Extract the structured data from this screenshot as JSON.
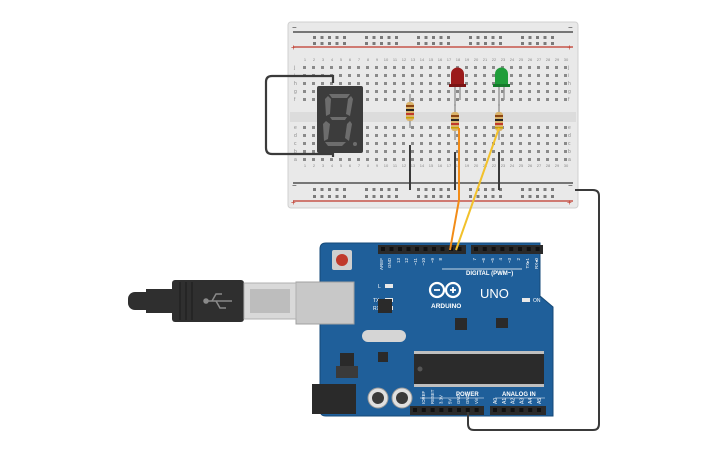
{
  "breadboard": {
    "rail_minus": "−",
    "rail_plus": "+",
    "row_letters_top": [
      "j",
      "i",
      "h",
      "g",
      "f"
    ],
    "row_letters_bottom": [
      "e",
      "d",
      "c",
      "b",
      "a"
    ],
    "column_numbers": [
      "1",
      "2",
      "3",
      "4",
      "5",
      "6",
      "7",
      "8",
      "9",
      "10",
      "11",
      "12",
      "13",
      "14",
      "15",
      "16",
      "17",
      "18",
      "19",
      "20",
      "21",
      "22",
      "23",
      "24",
      "25",
      "26",
      "27",
      "28",
      "29",
      "30"
    ]
  },
  "components": {
    "led_red": "red-led",
    "led_green": "green-led",
    "seven_segment_digit": "8.",
    "colors": {
      "led_red": "#9b1b1b",
      "led_green": "#1f9d3a",
      "board": "#1f5f9a",
      "wire_orange": "#f28c18",
      "wire_yellow": "#f2c12b",
      "wire_black": "#3a3a3a"
    }
  },
  "arduino": {
    "brand": "ARDUINO",
    "model": "UNO",
    "digital_label": "DIGITAL (PWM~)",
    "pin_labels_top": [
      "AREF",
      "GND",
      "13",
      "12",
      "~11",
      "~10",
      "~9",
      "8",
      "7",
      "~6",
      "~5",
      "4",
      "~3",
      "2",
      "TX▸1",
      "RX◂0"
    ],
    "led_labels": [
      "L",
      "TX",
      "RX"
    ],
    "on_label": "ON",
    "power_label": "POWER",
    "analog_label": "ANALOG IN",
    "power_pins": [
      "IOREF",
      "RESET",
      "3.3V",
      "5V",
      "GND",
      "GND",
      "Vin"
    ],
    "analog_pins": [
      "A0",
      "A1",
      "A2",
      "A3",
      "A4",
      "A5"
    ]
  }
}
